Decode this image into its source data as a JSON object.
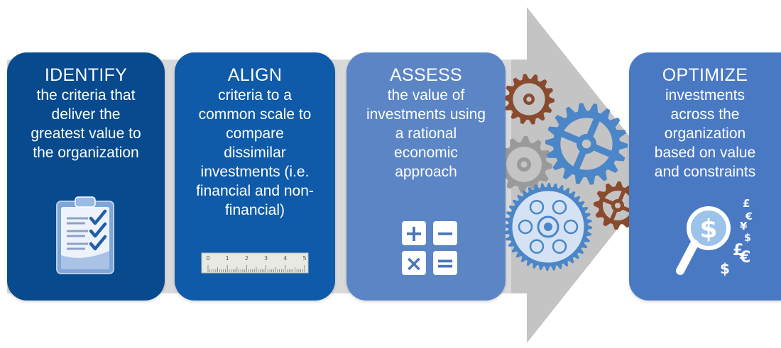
{
  "colors": {
    "identify": "#074a8d",
    "align": "#0f5aa9",
    "assess": "#5b85c5",
    "optimize": "#4a79c4",
    "arrow": "#c8c8c8",
    "gear_brown": "#8a4a2e",
    "gear_blue": "#4a86c8",
    "gear_gray": "#9a9a9a"
  },
  "steps": [
    {
      "title": "IDENTIFY",
      "description_lines": [
        "the criteria that",
        "deliver the",
        "greatest value to",
        "the organization"
      ],
      "icon": "clipboard-checklist-icon"
    },
    {
      "title": "ALIGN",
      "description_lines": [
        "criteria to a",
        "common scale to",
        "compare",
        "dissimilar",
        "investments (i.e.",
        "financial and non-",
        "financial)"
      ],
      "icon": "ruler-icon",
      "ruler_marks": [
        "0",
        "1",
        "2",
        "3",
        "4",
        "5"
      ]
    },
    {
      "title": "ASSESS",
      "description_lines": [
        "the value of",
        "investments using",
        "a rational",
        "economic",
        "approach"
      ],
      "icon": "calculator-icon",
      "operators": [
        "+",
        "−",
        "×",
        "="
      ]
    },
    {
      "title": "OPTIMIZE",
      "description_lines": [
        "investments",
        "across the",
        "organization",
        "based on value",
        "and constraints"
      ],
      "icon": "magnifier-currency-icon",
      "currency_symbols": [
        "$",
        "£",
        "€",
        "¥",
        "$",
        "£",
        "€",
        "$"
      ]
    }
  ]
}
